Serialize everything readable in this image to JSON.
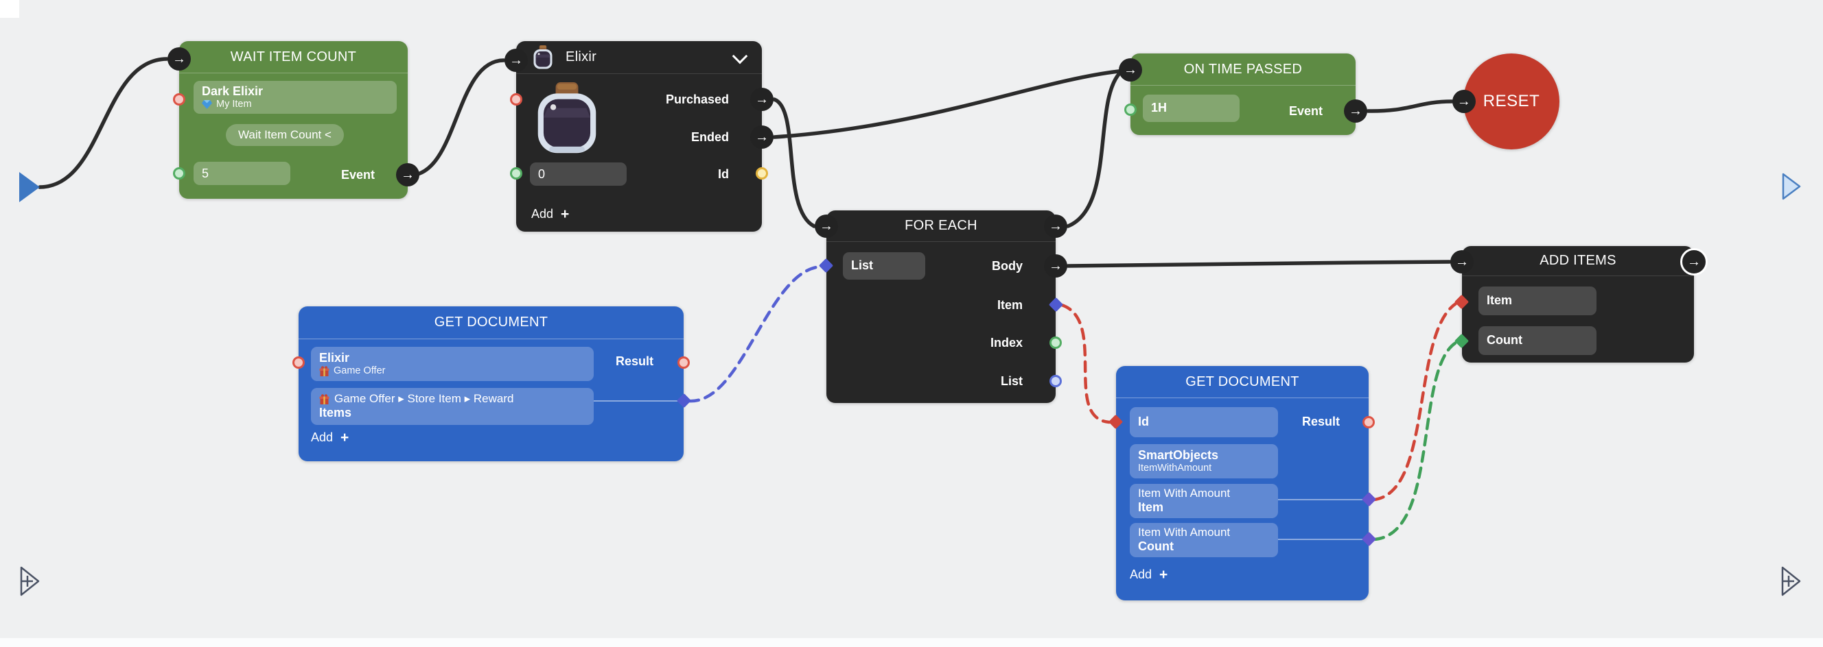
{
  "icons": {
    "exec_arrow": "→",
    "plus": "+"
  },
  "colors": {
    "background": "#eff0f1",
    "node_green": "#5e8b44",
    "node_dark": "#262626",
    "node_blue": "#2e65c5",
    "reset_red": "#c23a2b",
    "wire_black": "#2b2b2b",
    "wire_red_dashed": "#d04437",
    "wire_green_dashed": "#3f9f58",
    "wire_indigo_dashed": "#5560d2",
    "port_red": "#dd5345",
    "port_green": "#53ad63",
    "port_yellow": "#e3b33c",
    "port_light_blue": "#5a6fd8",
    "port_indigo": "#4f5ad0",
    "port_purple": "#6456cf",
    "start_marker": "#3d77c2"
  },
  "nodes": {
    "wait": {
      "title": "WAIT ITEM COUNT",
      "item": {
        "name": "Dark Elixir",
        "subtitle": "My Item"
      },
      "condition": "Wait Item Count <",
      "count": "5",
      "event": "Event"
    },
    "elixir": {
      "title": "Elixir",
      "purchased": "Purchased",
      "ended": "Ended",
      "id": "Id",
      "count": "0",
      "add": "Add"
    },
    "otp": {
      "title": "ON TIME PASSED",
      "interval": "1H",
      "event": "Event"
    },
    "reset": {
      "title": "RESET"
    },
    "foreach": {
      "title": "FOR EACH",
      "list_in": "List",
      "body": "Body",
      "item": "Item",
      "index": "Index",
      "list_out": "List"
    },
    "getdoc_offer": {
      "title": "GET DOCUMENT",
      "id_field": {
        "name": "Elixir",
        "subtitle": "Game Offer"
      },
      "path_field": {
        "path": "Game Offer ▸ Store Item ▸ Reward",
        "name": "Items"
      },
      "result": "Result",
      "add": "Add"
    },
    "getdoc_item": {
      "title": "GET DOCUMENT",
      "id_field": "Id",
      "schema": {
        "name": "SmartObjects",
        "subtitle": "ItemWithAmount"
      },
      "item_field": {
        "type": "Item With Amount",
        "name": "Item"
      },
      "count_field": {
        "type": "Item With Amount",
        "name": "Count"
      },
      "result": "Result",
      "add": "Add"
    },
    "add_items": {
      "title": "ADD ITEMS",
      "item": "Item",
      "count": "Count"
    }
  }
}
